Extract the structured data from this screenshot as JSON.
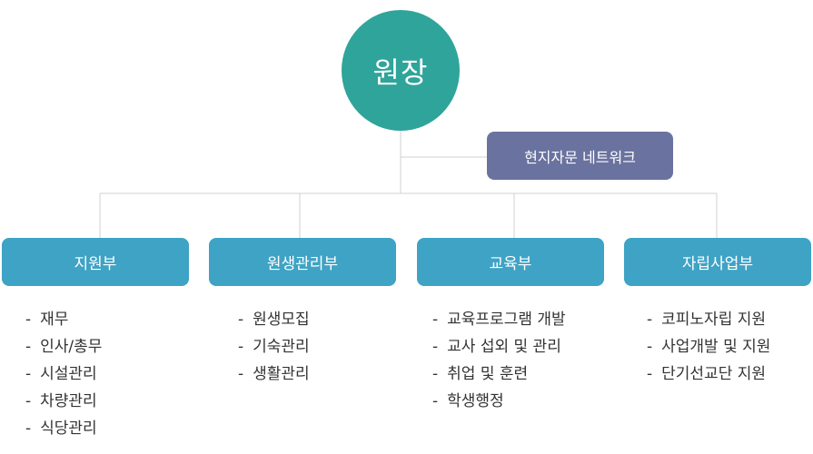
{
  "root": {
    "label": "원장"
  },
  "advisory": {
    "label": "현지자문 네트워크"
  },
  "departments": [
    {
      "name": "지원부",
      "duties": [
        "재무",
        "인사/총무",
        "시설관리",
        "차량관리",
        "식당관리"
      ]
    },
    {
      "name": "원생관리부",
      "duties": [
        "원생모집",
        "기숙관리",
        "생활관리"
      ]
    },
    {
      "name": "교육부",
      "duties": [
        "교육프로그램 개발",
        "교사 섭외 및 관리",
        "취업 및 훈련",
        "학생행정"
      ]
    },
    {
      "name": "자립사업부",
      "duties": [
        "코피노자립 지원",
        "사업개발 및 지원",
        "단기선교단 지원"
      ]
    }
  ],
  "colors": {
    "root": "#2fa49a",
    "advisory": "#6a729f",
    "department": "#3ea3c5",
    "connector": "#d0d0d0"
  }
}
